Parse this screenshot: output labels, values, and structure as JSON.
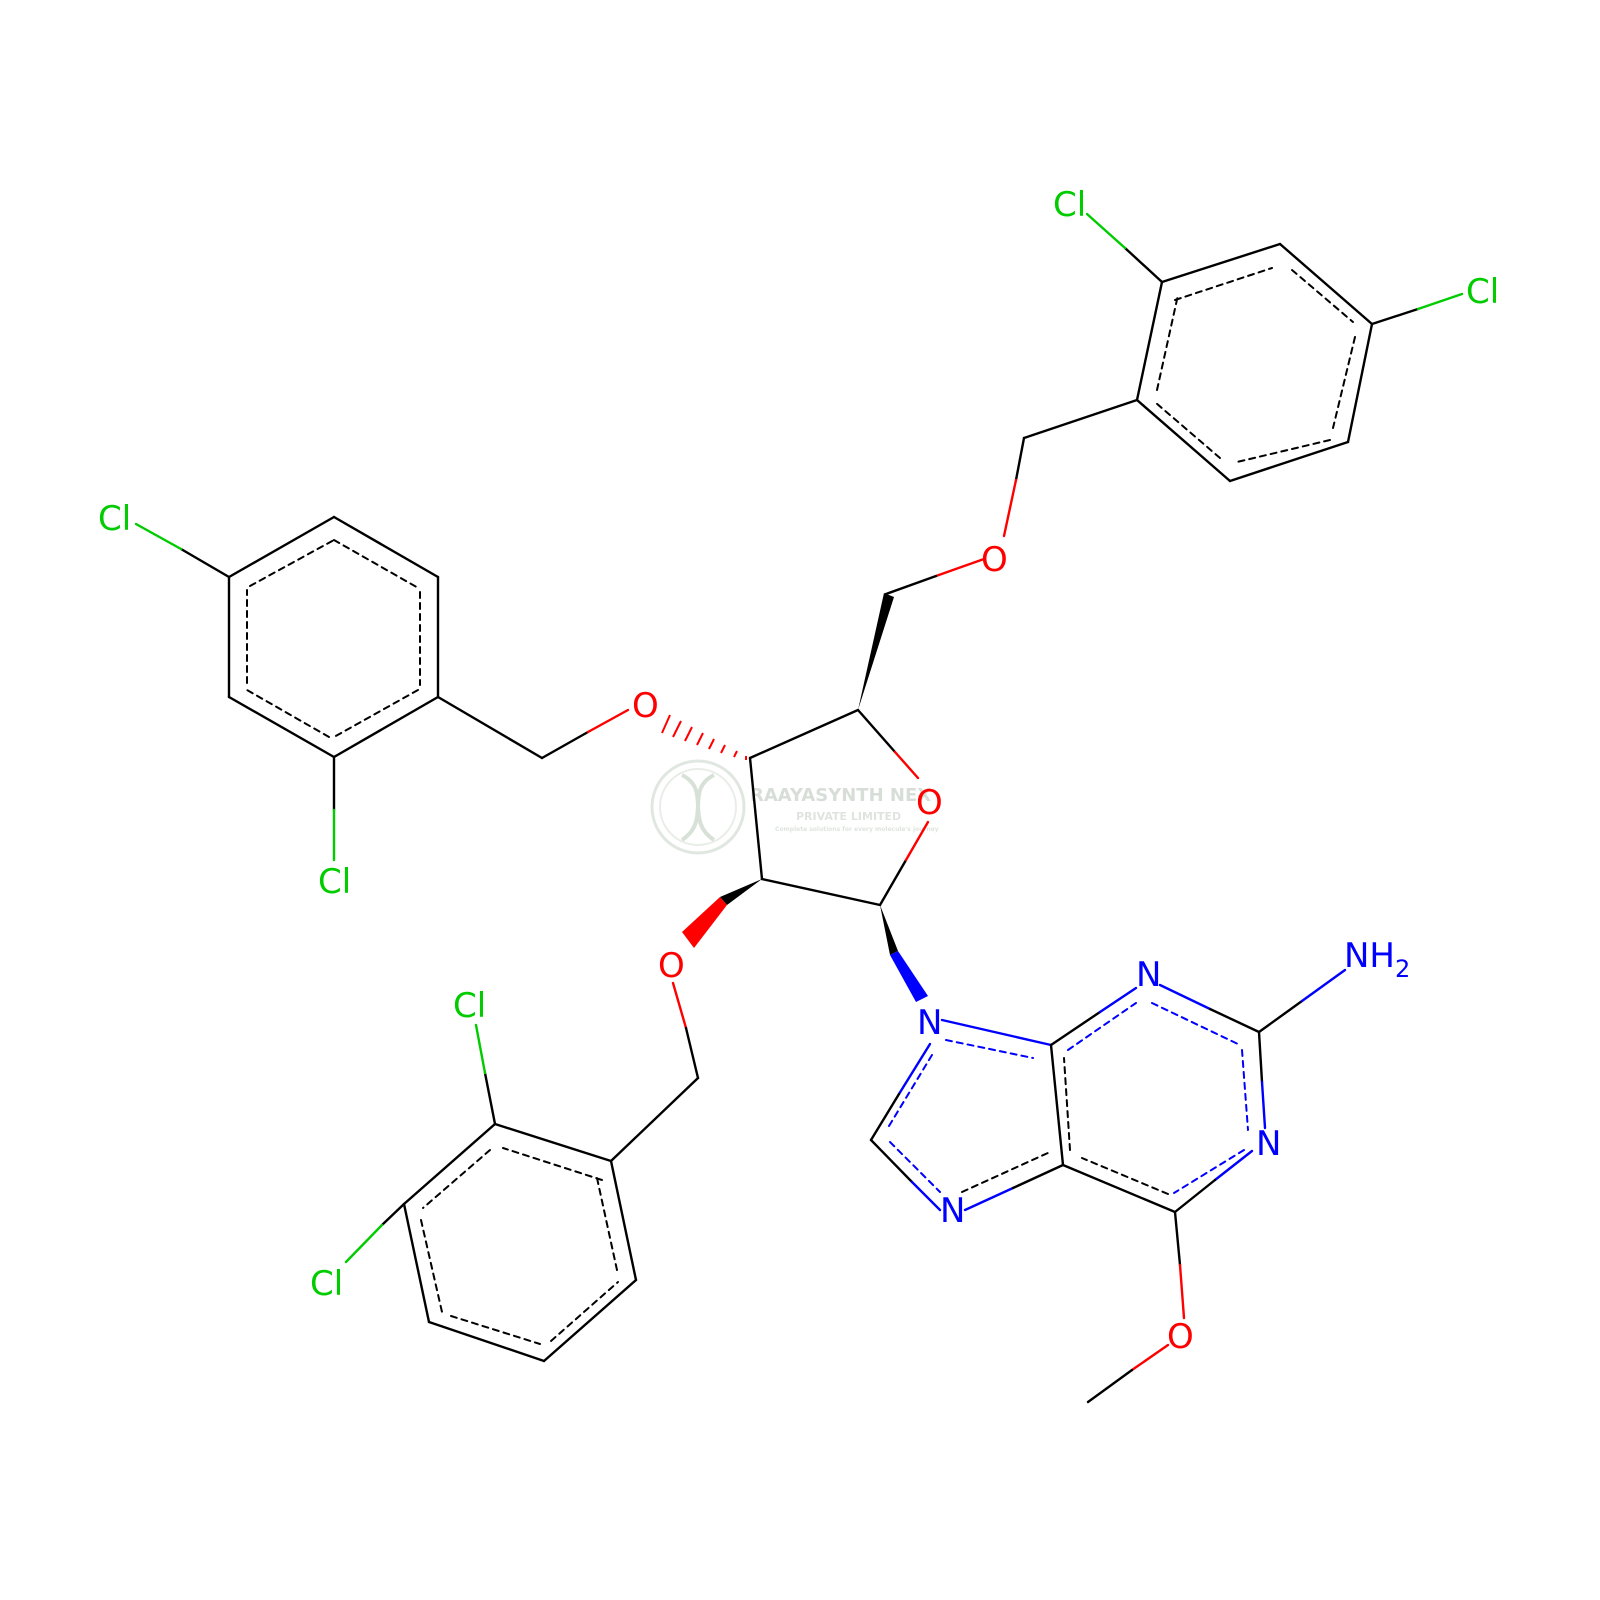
{
  "colors": {
    "bond": "#000000",
    "chlorine": "#00cc00",
    "oxygen": "#ff0000",
    "nitrogen": "#0000ff",
    "watermark": "#c8d4c8"
  },
  "atoms": {
    "cl_top_left_ring_a": "Cl",
    "cl_top_right": "Cl",
    "cl_left_ring_para": "Cl",
    "cl_left_ring_ortho": "Cl",
    "cl_bottom_ring_ortho": "Cl",
    "cl_bottom_ring_para": "Cl",
    "o_5prime_ether": "O",
    "o_3prime_ether": "O",
    "o_ring": "O",
    "o_2prime_ether": "O",
    "o_methoxy": "O",
    "n9": "N",
    "n7": "N",
    "n3": "N",
    "n1": "N",
    "nh2_label": "NH",
    "nh2_subscript": "2"
  },
  "watermark": {
    "line1": "RAAYASYNTH NEX",
    "line2": "PRIVATE LIMITED",
    "line3": "Complete solutions for every molecule's journey"
  }
}
